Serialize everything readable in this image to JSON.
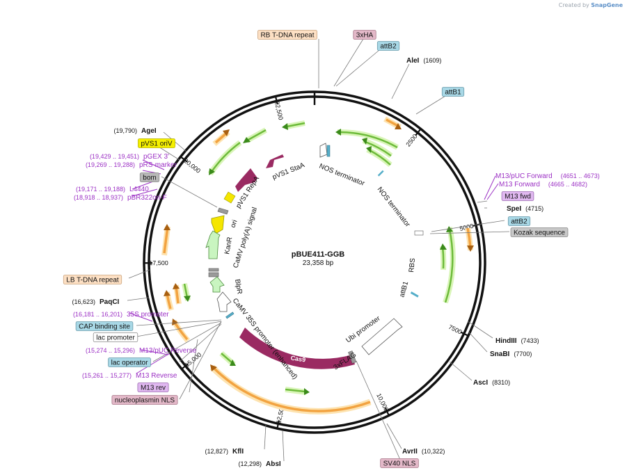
{
  "credit": {
    "prefix": "Created by",
    "brand": "SnapGene"
  },
  "plasmid": {
    "name": "pBUE411-GGB",
    "length_label": "23,358 bp",
    "length": 23358
  },
  "ticks": [
    {
      "pos": 2500,
      "label": "2500"
    },
    {
      "pos": 5000,
      "label": "5000"
    },
    {
      "pos": 7500,
      "label": "7500"
    },
    {
      "pos": 10000,
      "label": "10,000"
    },
    {
      "pos": 12500,
      "label": "12,500"
    },
    {
      "pos": 15000,
      "label": "15,000"
    },
    {
      "pos": 17500,
      "label": "17,500"
    },
    {
      "pos": 20000,
      "label": "20,000"
    },
    {
      "pos": 22500,
      "label": "22,500"
    }
  ],
  "colors": {
    "backbone": "#111111",
    "cds_fill": "#a8e07a",
    "cds_glow": "#d9f5b8",
    "cds_stroke": "#3a8a1a",
    "orange_fill": "#f2a341",
    "orange_glow": "#fde3b0",
    "orange_stroke": "#a85f10",
    "magenta": "#9a2a62",
    "yellow": "#f5e600",
    "light_green": "#c9f5c0",
    "grey": "#9a9a9a",
    "teal": "#55aec9",
    "site_label": "#9b2fc4"
  },
  "sites": [
    {
      "name": "AleI",
      "pos": "(1609)"
    },
    {
      "name": "SpeI",
      "pos": "(4715)"
    },
    {
      "name": "HindIII",
      "pos": "(7433)"
    },
    {
      "name": "SnaBI",
      "pos": "(7700)"
    },
    {
      "name": "AscI",
      "pos": "(8310)"
    },
    {
      "name": "AvrII",
      "pos": "(10,322)"
    },
    {
      "name": "AbsI",
      "pos": "(12,298)"
    },
    {
      "name": "KflI",
      "pos": "(12,827)"
    },
    {
      "name": "PaqCI",
      "pos": "(16,623)"
    },
    {
      "name": "AgeI",
      "pos": "(19,790)"
    }
  ],
  "primers": [
    {
      "name": "M13/pUC Forward",
      "pos": "(4651 .. 4673)"
    },
    {
      "name": "M13 Forward",
      "pos": "(4665 .. 4682)"
    },
    {
      "name": "pGEX 3'",
      "pos": "(19,429 .. 19,451)"
    },
    {
      "name": "pRS-marker",
      "pos": "(19,269 .. 19,288)"
    },
    {
      "name": "L4440",
      "pos": "(19,171 .. 19,188)"
    },
    {
      "name": "pBR322ori-F",
      "pos": "(18,918 .. 18,937)"
    },
    {
      "name": "35S promoter",
      "pos": "(16,181 .. 16,201)"
    },
    {
      "name": "M13/pUC Reverse",
      "pos": "(15,274 .. 15,296)"
    },
    {
      "name": "M13 Reverse",
      "pos": "(15,261 .. 15,277)"
    }
  ],
  "boxes": [
    {
      "text": "RB T-DNA repeat",
      "fill": "#fde0c4",
      "stroke": "#c9a27c"
    },
    {
      "text": "3xHA",
      "fill": "#e3b8c8",
      "stroke": "#a8788a"
    },
    {
      "text": "attB2",
      "fill": "#a8d8e6",
      "stroke": "#6a9aaa"
    },
    {
      "text": "attB1",
      "fill": "#a8d8e6",
      "stroke": "#6a9aaa"
    },
    {
      "text": "pVS1 oriV",
      "fill": "#f5f000",
      "stroke": "#b5b000"
    },
    {
      "text": "bom",
      "fill": "#b8b8b8",
      "stroke": "#888888"
    },
    {
      "text": "M13 fwd",
      "fill": "#e0b8f0",
      "stroke": "#9a6ab0"
    },
    {
      "text": "attB2",
      "fill": "#a8d8e6",
      "stroke": "#6a9aaa"
    },
    {
      "text": "Kozak sequence",
      "fill": "#c8c8c8",
      "stroke": "#8a8a8a"
    },
    {
      "text": "LB T-DNA repeat",
      "fill": "#fde0c4",
      "stroke": "#c9a27c"
    },
    {
      "text": "CAP binding site",
      "fill": "#a8d8e6",
      "stroke": "#6a9aaa"
    },
    {
      "text": "lac promoter",
      "fill": "#ffffff",
      "stroke": "#8a8a8a"
    },
    {
      "text": "lac operator",
      "fill": "#a8d8e6",
      "stroke": "#6a9aaa"
    },
    {
      "text": "M13 rev",
      "fill": "#e0b8f0",
      "stroke": "#9a6ab0"
    },
    {
      "text": "nucleoplasmin NLS",
      "fill": "#e3b8c8",
      "stroke": "#a8788a"
    },
    {
      "text": "SV40 NLS",
      "fill": "#e3b8c8",
      "stroke": "#a8788a"
    }
  ],
  "features": [
    {
      "text": "NOS terminator"
    },
    {
      "text": "NOS terminator"
    },
    {
      "text": "pVS1 StaA"
    },
    {
      "text": "pVS1 RepA"
    },
    {
      "text": "ori"
    },
    {
      "text": "KanR"
    },
    {
      "text": "CaMV poly(A) signal"
    },
    {
      "text": "BlpR"
    },
    {
      "text": "CaMV 35S promoter (enhanced)"
    },
    {
      "text": "Cas9"
    },
    {
      "text": "3xFLAG"
    },
    {
      "text": "Ubi promoter"
    },
    {
      "text": "attB1"
    },
    {
      "text": "RBS"
    }
  ]
}
